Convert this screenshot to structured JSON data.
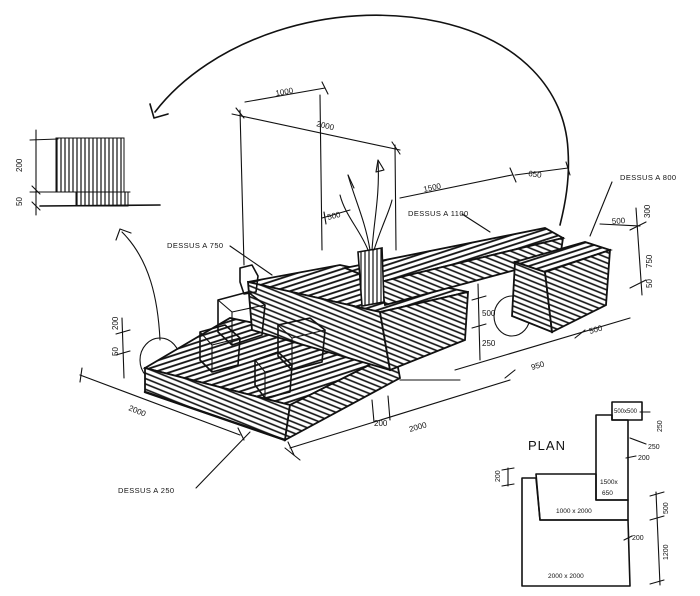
{
  "labels": {
    "dessus_800": "DESSUS A 800",
    "dessus_1100": "DESSUS A 1100",
    "dessus_750": "DESSUS A 750",
    "dessus_250": "DESSUS A 250",
    "plan": "PLAN"
  },
  "dims": {
    "d1000": "1000",
    "d2000_top": "2000",
    "d1500": "1500",
    "d650": "650",
    "d500_top": "500",
    "d300": "300",
    "d750": "750",
    "d50_right": "50",
    "d500_small": "500",
    "d200_elev": "200",
    "d50_elev": "50",
    "d200_left": "200",
    "d50_left": "50",
    "d500_mid": "500",
    "d250_mid": "250",
    "d950": "950",
    "d500_right": "500",
    "d2000_front": "2000",
    "d2000_left": "2000",
    "d200_bottom": "200"
  },
  "plan": {
    "p500x500": "500x500",
    "p250a": "250",
    "p250b": "250",
    "p200a": "200",
    "p1500x650_a": "1500x",
    "p1500x650_b": "650",
    "p200b": "200",
    "p1000x2000": "1000 x 2000",
    "p500": "500",
    "p200c": "200",
    "p1200": "1200",
    "p2000x2000": "2000 x 2000"
  }
}
